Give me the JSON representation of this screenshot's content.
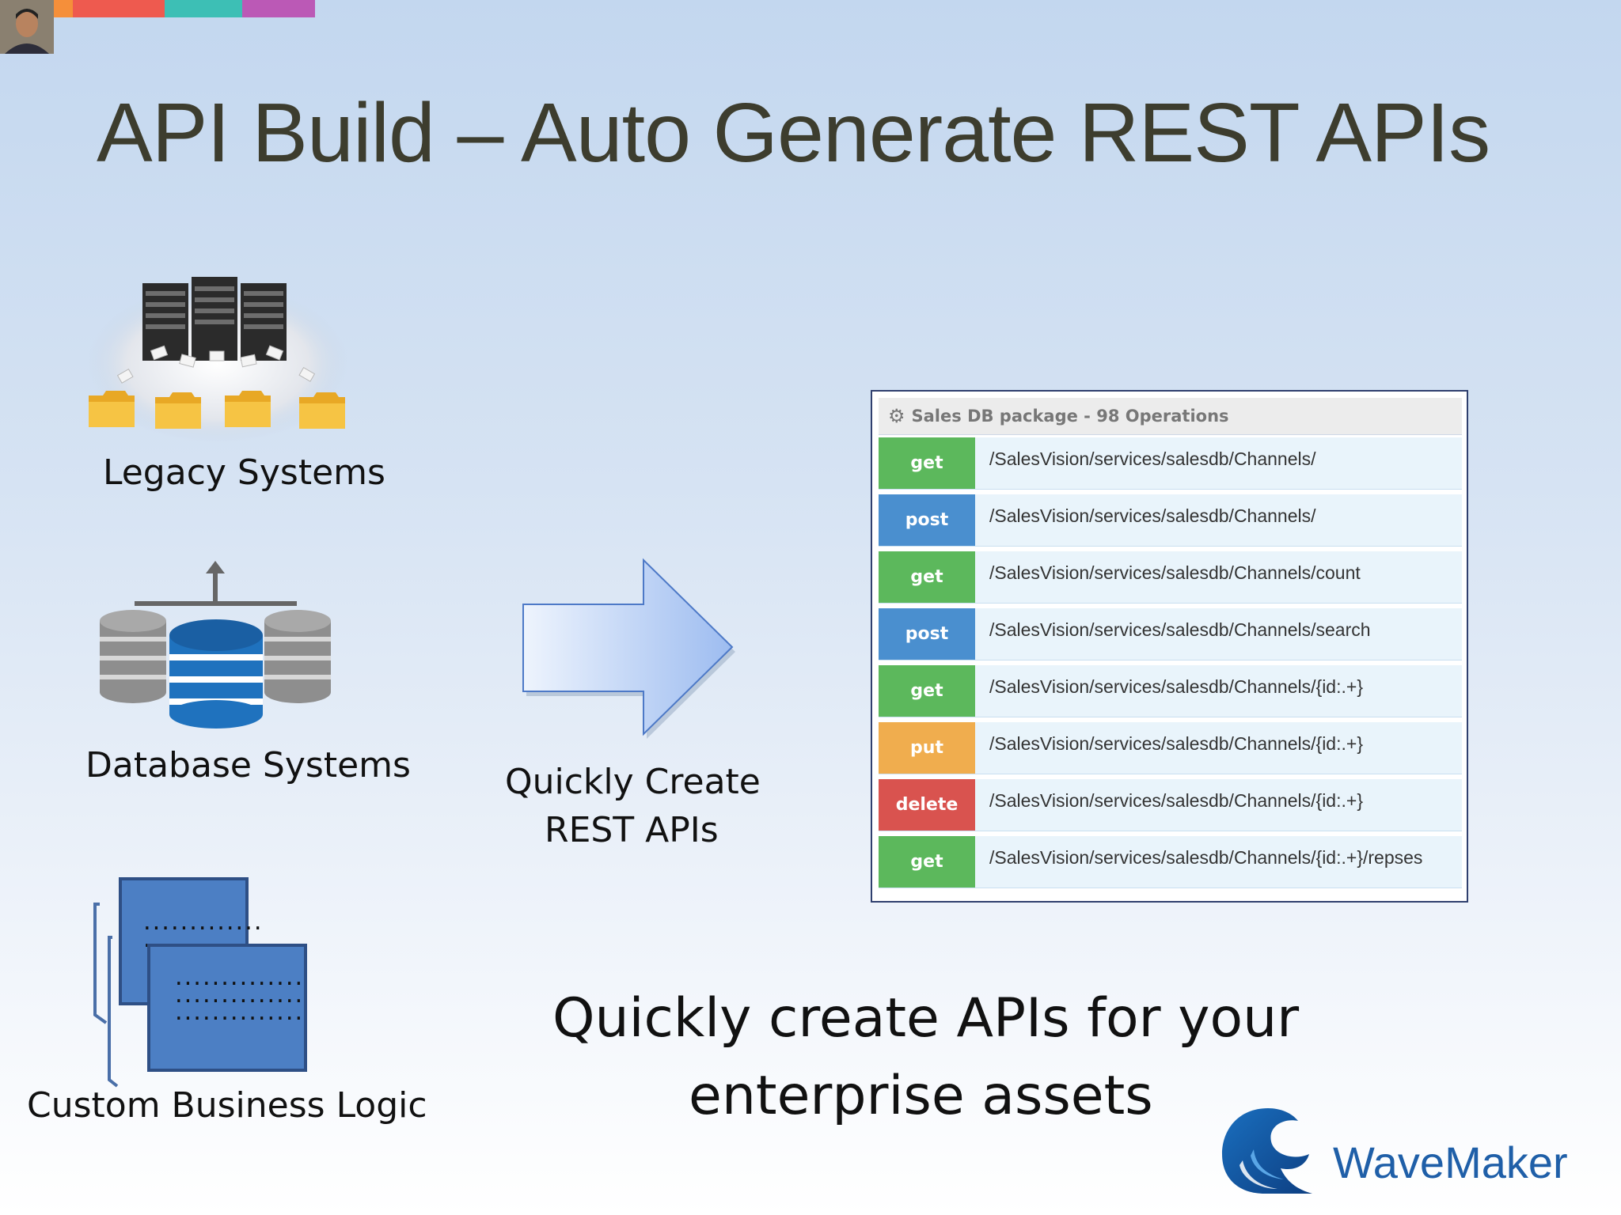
{
  "slide": {
    "title": "API Build – Auto Generate REST APIs",
    "accent_colors": [
      "#f58f3a",
      "#ee5a4f",
      "#3dbfb5",
      "#bb59b6"
    ]
  },
  "left": {
    "legacy_label": "Legacy Systems",
    "database_label": "Database Systems",
    "logic_label": "Custom Business Logic"
  },
  "arrow": {
    "line1": "Quickly Create",
    "line2": "REST APIs"
  },
  "panel": {
    "header": "Sales DB package - 98 Operations",
    "operations": [
      {
        "verb": "get",
        "color": "#5cb85c",
        "path": "/SalesVision/services/salesdb/Channels/"
      },
      {
        "verb": "post",
        "color": "#4a8fcf",
        "path": "/SalesVision/services/salesdb/Channels/"
      },
      {
        "verb": "get",
        "color": "#5cb85c",
        "path": "/SalesVision/services/salesdb/Channels/count"
      },
      {
        "verb": "post",
        "color": "#4a8fcf",
        "path": "/SalesVision/services/salesdb/Channels/search"
      },
      {
        "verb": "get",
        "color": "#5cb85c",
        "path": "/SalesVision/services/salesdb/Channels/{id:.+}"
      },
      {
        "verb": "put",
        "color": "#f0ad4e",
        "path": "/SalesVision/services/salesdb/Channels/{id:.+}"
      },
      {
        "verb": "delete",
        "color": "#d9534f",
        "path": "/SalesVision/services/salesdb/Channels/{id:.+}"
      },
      {
        "verb": "get",
        "color": "#5cb85c",
        "path": "/SalesVision/services/salesdb/Channels/{id:.+}/repses"
      }
    ]
  },
  "bottom": {
    "line1": "Quickly create APIs for your",
    "line2": "enterprise assets"
  },
  "logo": {
    "text": "WaveMaker"
  }
}
